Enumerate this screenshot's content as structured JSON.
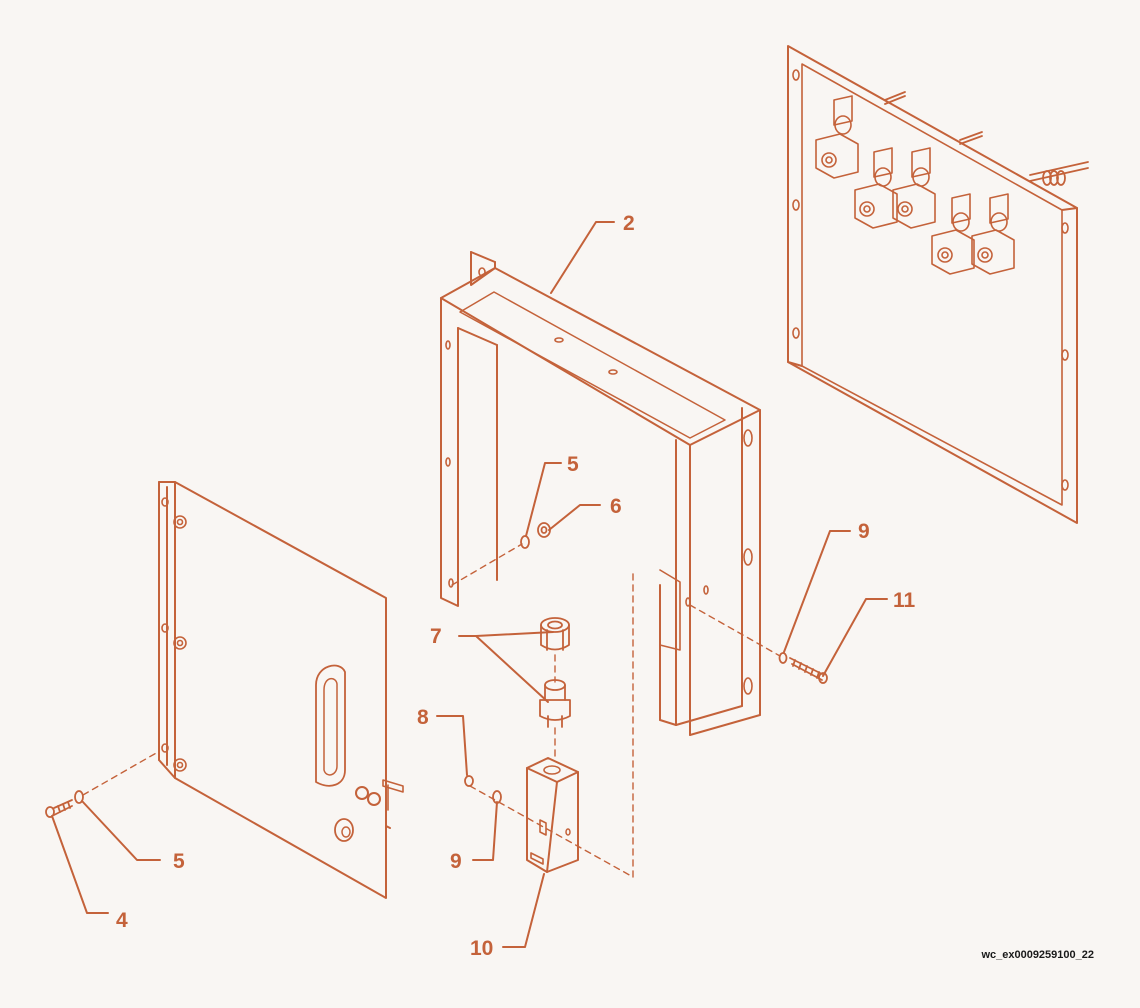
{
  "diagram": {
    "line_color": "#c4623a",
    "background_color": "#f9f6f3",
    "callouts": {
      "c2": "2",
      "c5_top": "5",
      "c6": "6",
      "c9_right": "9",
      "c11": "11",
      "c7": "7",
      "c8": "8",
      "c9_bottom": "9",
      "c10": "10",
      "c5_left": "5",
      "c4": "4"
    },
    "reference_code": "wc_ex0009259100_22"
  }
}
